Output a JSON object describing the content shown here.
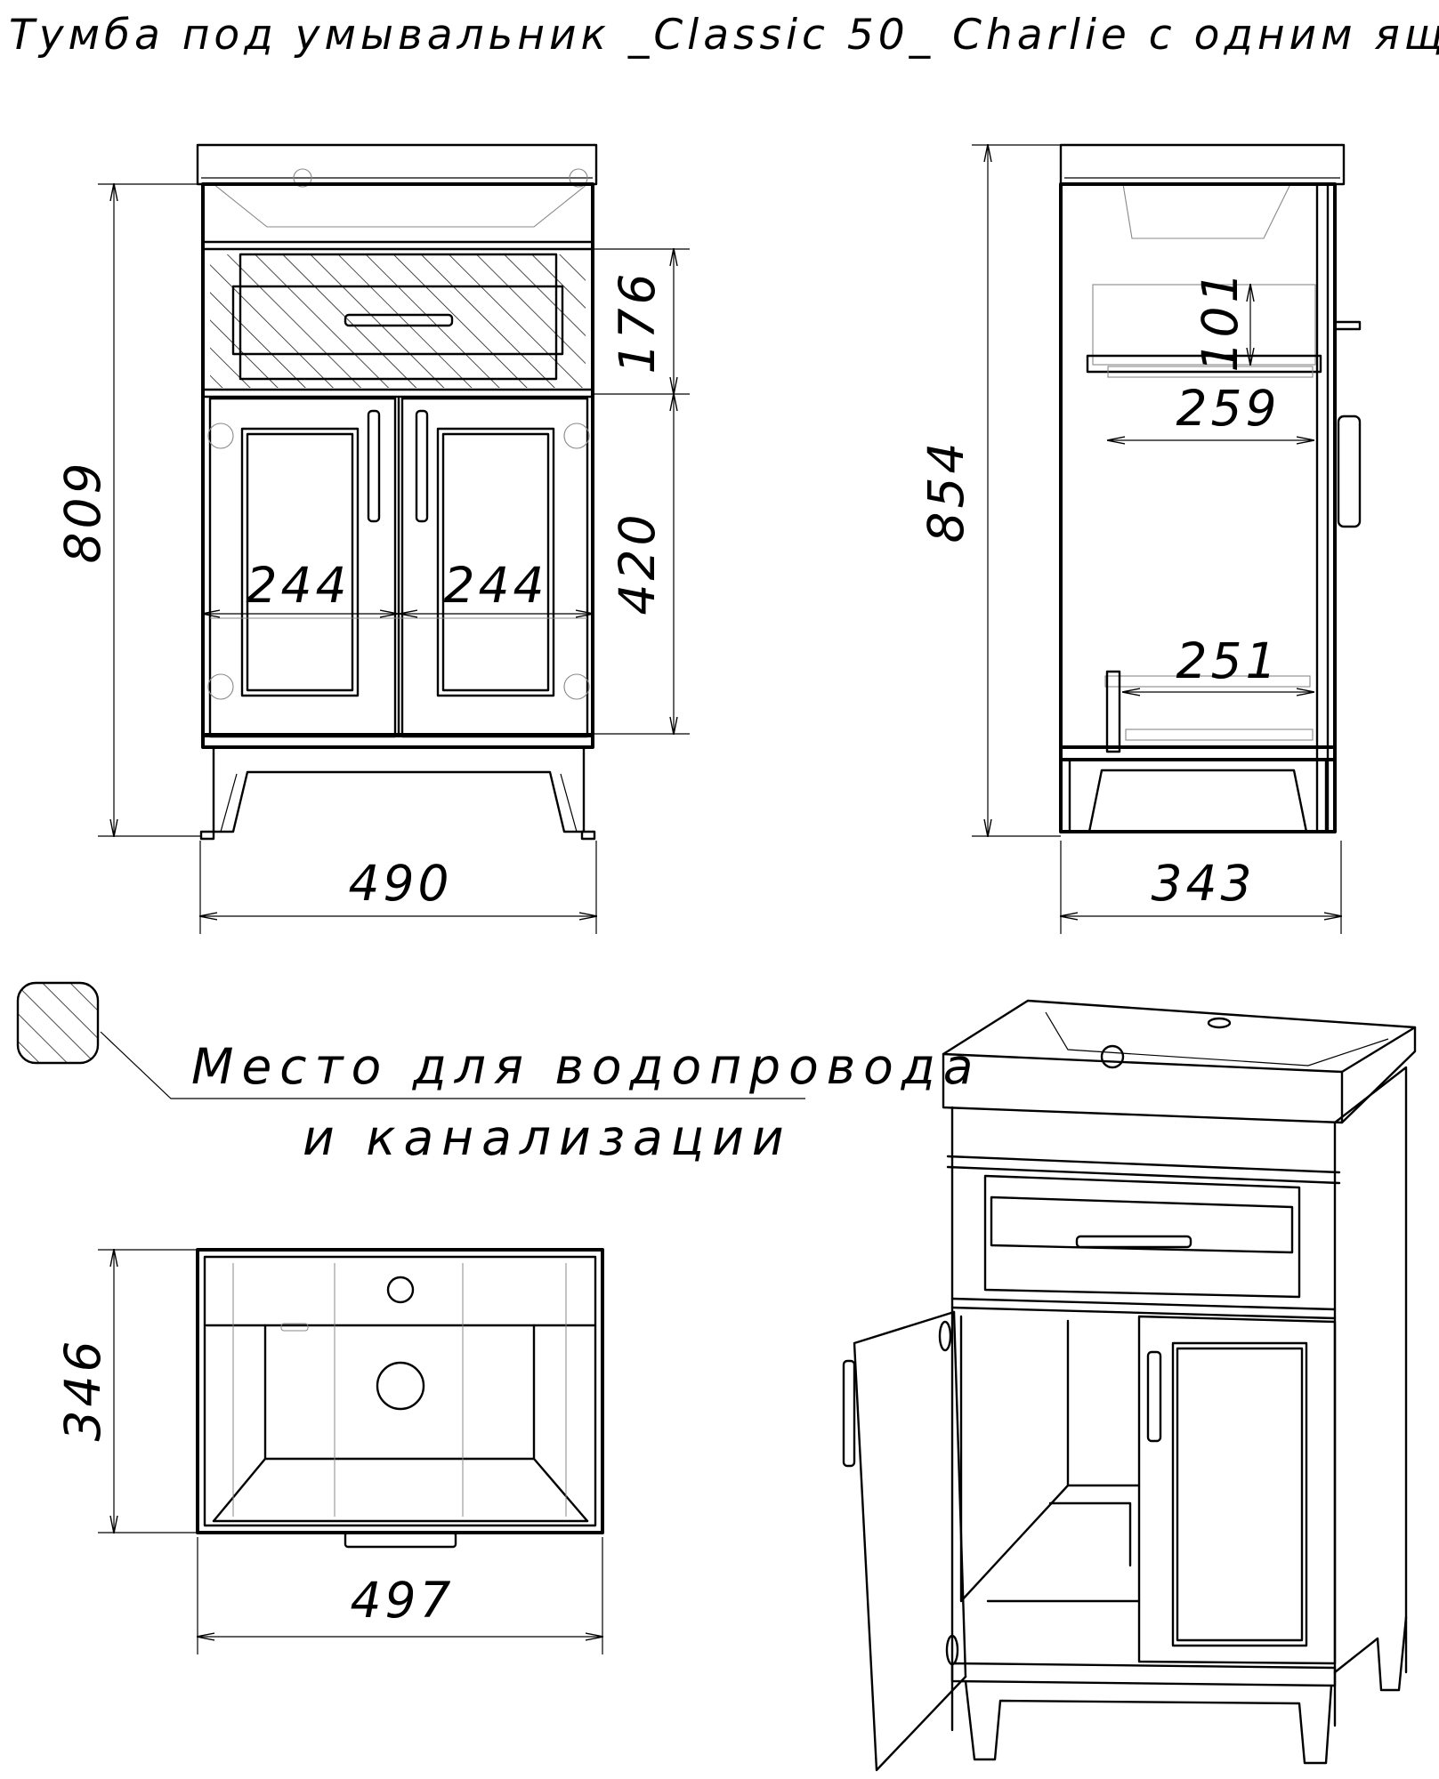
{
  "title": "Тумба под умывальник _Classic 50_ Charlie с одним ящиком Домино",
  "legend": {
    "line1": "Место для водопровода",
    "line2": "и канализации"
  },
  "dimensions": {
    "front_height": "809",
    "front_width": "490",
    "drawer_height": "176",
    "door_height": "420",
    "door_left_width": "244",
    "door_right_width": "244",
    "side_height": "854",
    "side_depth": "343",
    "drawer_front_height": "101",
    "drawer_depth": "259",
    "bottom_shelf_depth": "251",
    "top_depth": "346",
    "top_width": "497"
  }
}
